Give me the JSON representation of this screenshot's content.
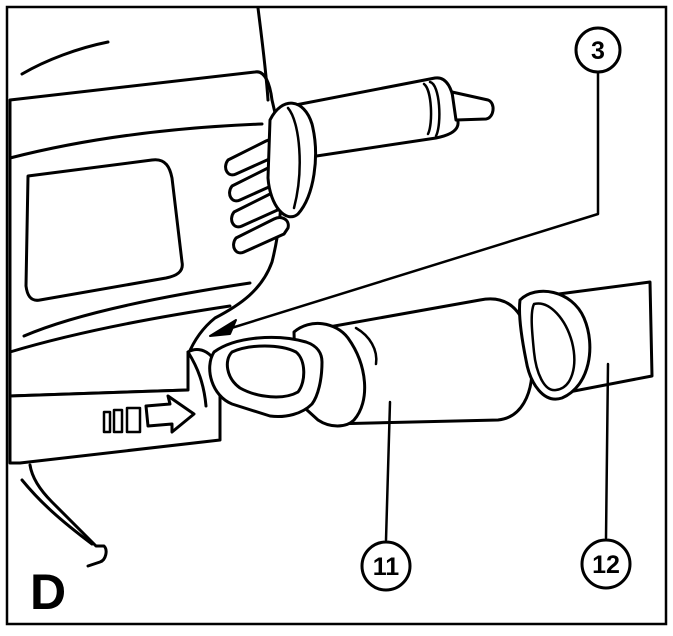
{
  "figure": {
    "panel_letter": "D",
    "callouts": {
      "c3": "3",
      "c11": "11",
      "c12": "12"
    }
  },
  "colors": {
    "line": "#000000",
    "background": "#ffffff"
  }
}
